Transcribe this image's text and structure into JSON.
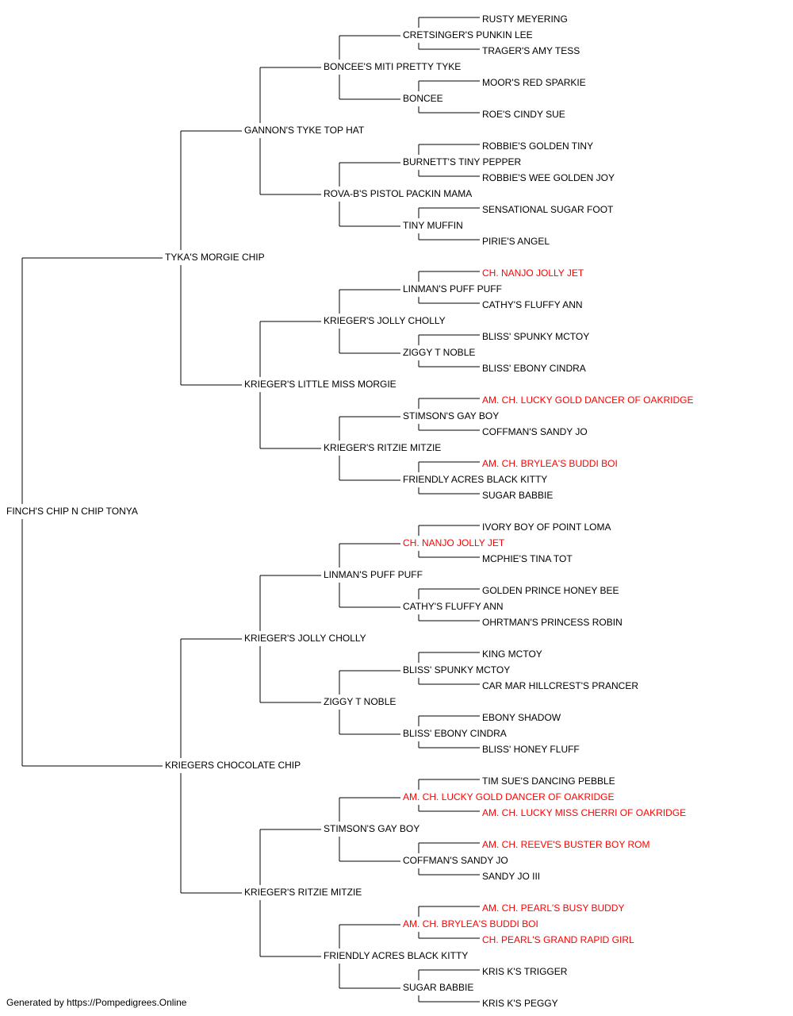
{
  "colors": {
    "normal": "#000000",
    "champion": "#ff0000",
    "line": "#000000"
  },
  "subject": {
    "name": "FINCH'S CHIP N CHIP TONYA",
    "champion": false
  },
  "generations": [
    [
      {
        "name": "TYKA'S MORGIE CHIP",
        "champion": false
      },
      {
        "name": "KRIEGERS CHOCOLATE CHIP",
        "champion": false
      }
    ],
    [
      {
        "name": "GANNON'S TYKE TOP HAT",
        "champion": false
      },
      {
        "name": "KRIEGER'S LITTLE MISS MORGIE",
        "champion": false
      },
      {
        "name": "KRIEGER'S JOLLY CHOLLY",
        "champion": false
      },
      {
        "name": "KRIEGER'S RITZIE MITZIE",
        "champion": false
      }
    ],
    [
      {
        "name": "BONCEE'S MITI PRETTY TYKE",
        "champion": false
      },
      {
        "name": "ROVA-B'S PISTOL PACKIN MAMA",
        "champion": false
      },
      {
        "name": "KRIEGER'S JOLLY CHOLLY",
        "champion": false
      },
      {
        "name": "KRIEGER'S RITZIE MITZIE",
        "champion": false
      },
      {
        "name": "LINMAN'S PUFF PUFF",
        "champion": false
      },
      {
        "name": "ZIGGY T NOBLE",
        "champion": false
      },
      {
        "name": "STIMSON'S GAY BOY",
        "champion": false
      },
      {
        "name": "FRIENDLY ACRES BLACK KITTY",
        "champion": false
      }
    ],
    [
      {
        "name": "CRETSINGER'S PUNKIN LEE",
        "champion": false
      },
      {
        "name": "BONCEE",
        "champion": false
      },
      {
        "name": "BURNETT'S TINY PEPPER",
        "champion": false
      },
      {
        "name": "TINY MUFFIN",
        "champion": false
      },
      {
        "name": "LINMAN'S PUFF PUFF",
        "champion": false
      },
      {
        "name": "ZIGGY T NOBLE",
        "champion": false
      },
      {
        "name": "STIMSON'S GAY BOY",
        "champion": false
      },
      {
        "name": "FRIENDLY ACRES BLACK KITTY",
        "champion": false
      },
      {
        "name": "CH. NANJO JOLLY JET",
        "champion": true
      },
      {
        "name": "CATHY'S FLUFFY ANN",
        "champion": false
      },
      {
        "name": "BLISS' SPUNKY MCTOY",
        "champion": false
      },
      {
        "name": "BLISS' EBONY CINDRA",
        "champion": false
      },
      {
        "name": "AM. CH. LUCKY GOLD DANCER OF OAKRIDGE",
        "champion": true
      },
      {
        "name": "COFFMAN'S SANDY JO",
        "champion": false
      },
      {
        "name": "AM. CH. BRYLEA'S BUDDI BOI",
        "champion": true
      },
      {
        "name": "SUGAR BABBIE",
        "champion": false
      }
    ],
    [
      {
        "name": "RUSTY MEYERING",
        "champion": false
      },
      {
        "name": "TRAGER'S AMY TESS",
        "champion": false
      },
      {
        "name": "MOOR'S RED SPARKIE",
        "champion": false
      },
      {
        "name": "ROE'S CINDY SUE",
        "champion": false
      },
      {
        "name": "ROBBIE'S GOLDEN TINY",
        "champion": false
      },
      {
        "name": "ROBBIE'S WEE GOLDEN JOY",
        "champion": false
      },
      {
        "name": "SENSATIONAL SUGAR FOOT",
        "champion": false
      },
      {
        "name": "PIRIE'S ANGEL",
        "champion": false
      },
      {
        "name": "CH. NANJO JOLLY JET",
        "champion": true
      },
      {
        "name": "CATHY'S FLUFFY ANN",
        "champion": false
      },
      {
        "name": "BLISS' SPUNKY MCTOY",
        "champion": false
      },
      {
        "name": "BLISS' EBONY CINDRA",
        "champion": false
      },
      {
        "name": "AM. CH. LUCKY GOLD DANCER OF OAKRIDGE",
        "champion": true
      },
      {
        "name": "COFFMAN'S SANDY JO",
        "champion": false
      },
      {
        "name": "AM. CH. BRYLEA'S BUDDI BOI",
        "champion": true
      },
      {
        "name": "SUGAR BABBIE",
        "champion": false
      },
      {
        "name": "IVORY BOY OF POINT LOMA",
        "champion": false
      },
      {
        "name": "MCPHIE'S TINA TOT",
        "champion": false
      },
      {
        "name": "GOLDEN PRINCE HONEY BEE",
        "champion": false
      },
      {
        "name": "OHRTMAN'S PRINCESS ROBIN",
        "champion": false
      },
      {
        "name": "KING MCTOY",
        "champion": false
      },
      {
        "name": "CAR MAR HILLCREST'S PRANCER",
        "champion": false
      },
      {
        "name": "EBONY SHADOW",
        "champion": false
      },
      {
        "name": "BLISS' HONEY FLUFF",
        "champion": false
      },
      {
        "name": "TIM SUE'S DANCING PEBBLE",
        "champion": false
      },
      {
        "name": "AM. CH. LUCKY MISS CHERRI OF OAKRIDGE",
        "champion": true
      },
      {
        "name": "AM. CH. REEVE'S BUSTER BOY ROM",
        "champion": true
      },
      {
        "name": "SANDY JO III",
        "champion": false
      },
      {
        "name": "AM. CH. PEARL'S BUSY BUDDY",
        "champion": true
      },
      {
        "name": "CH. PEARL'S GRAND RAPID GIRL",
        "champion": true
      },
      {
        "name": "KRIS K'S TRIGGER",
        "champion": false
      },
      {
        "name": "KRIS K'S PEGGY",
        "champion": false
      }
    ]
  ],
  "footer": "Generated by https://Pompedigrees.Online"
}
